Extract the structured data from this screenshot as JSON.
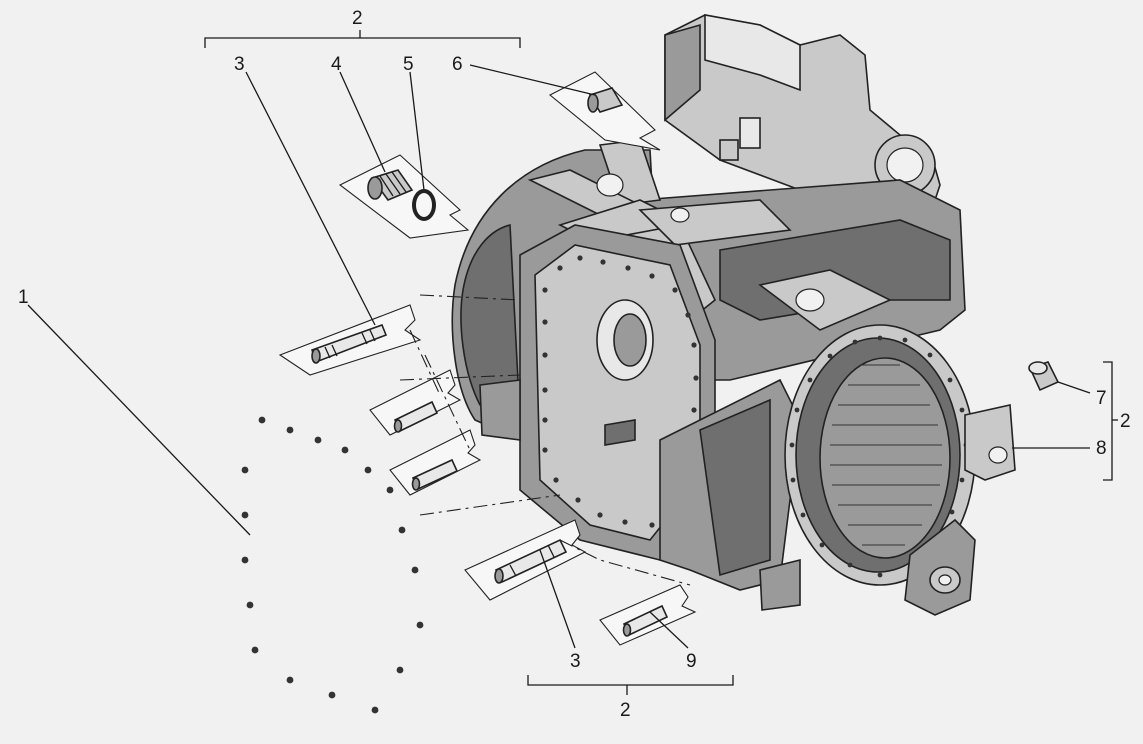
{
  "callouts": {
    "top_group": "2",
    "c3_top": "3",
    "c4": "4",
    "c5": "5",
    "c6": "6",
    "c1": "1",
    "c7": "7",
    "c8": "8",
    "right_group": "2",
    "c3_bottom": "3",
    "c9": "9",
    "bottom_group": "2"
  },
  "colors": {
    "background": "#f1f1f1",
    "line": "#1a1a1a",
    "housing_dark": "#6f6f6f",
    "housing_mid": "#9a9a9a",
    "housing_light": "#c9c9c9"
  }
}
